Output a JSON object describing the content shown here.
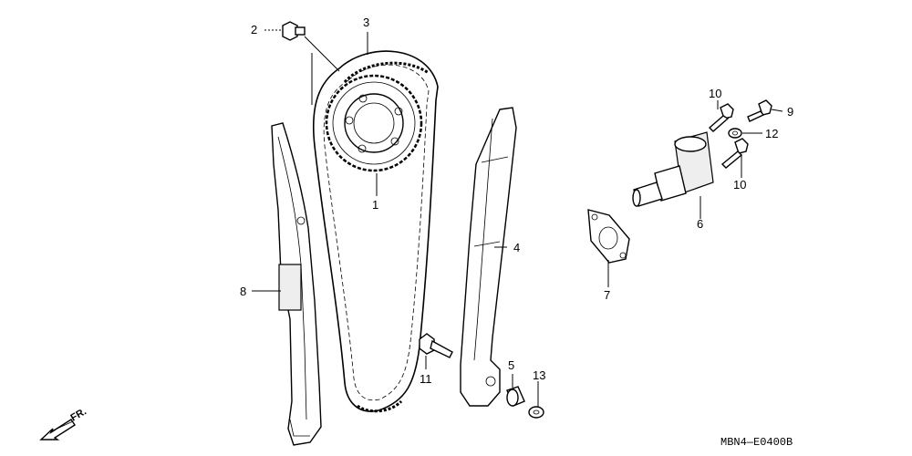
{
  "callouts": [
    {
      "id": "1",
      "label": "1"
    },
    {
      "id": "2",
      "label": "2"
    },
    {
      "id": "3",
      "label": "3"
    },
    {
      "id": "4",
      "label": "4"
    },
    {
      "id": "5",
      "label": "5"
    },
    {
      "id": "6",
      "label": "6"
    },
    {
      "id": "7",
      "label": "7"
    },
    {
      "id": "8",
      "label": "8"
    },
    {
      "id": "9",
      "label": "9"
    },
    {
      "id": "10a",
      "label": "10"
    },
    {
      "id": "10b",
      "label": "10"
    },
    {
      "id": "11",
      "label": "11"
    },
    {
      "id": "12",
      "label": "12"
    },
    {
      "id": "13",
      "label": "13"
    }
  ],
  "direction_label": "FR.",
  "diagram_code": "MBN4—E0400B"
}
